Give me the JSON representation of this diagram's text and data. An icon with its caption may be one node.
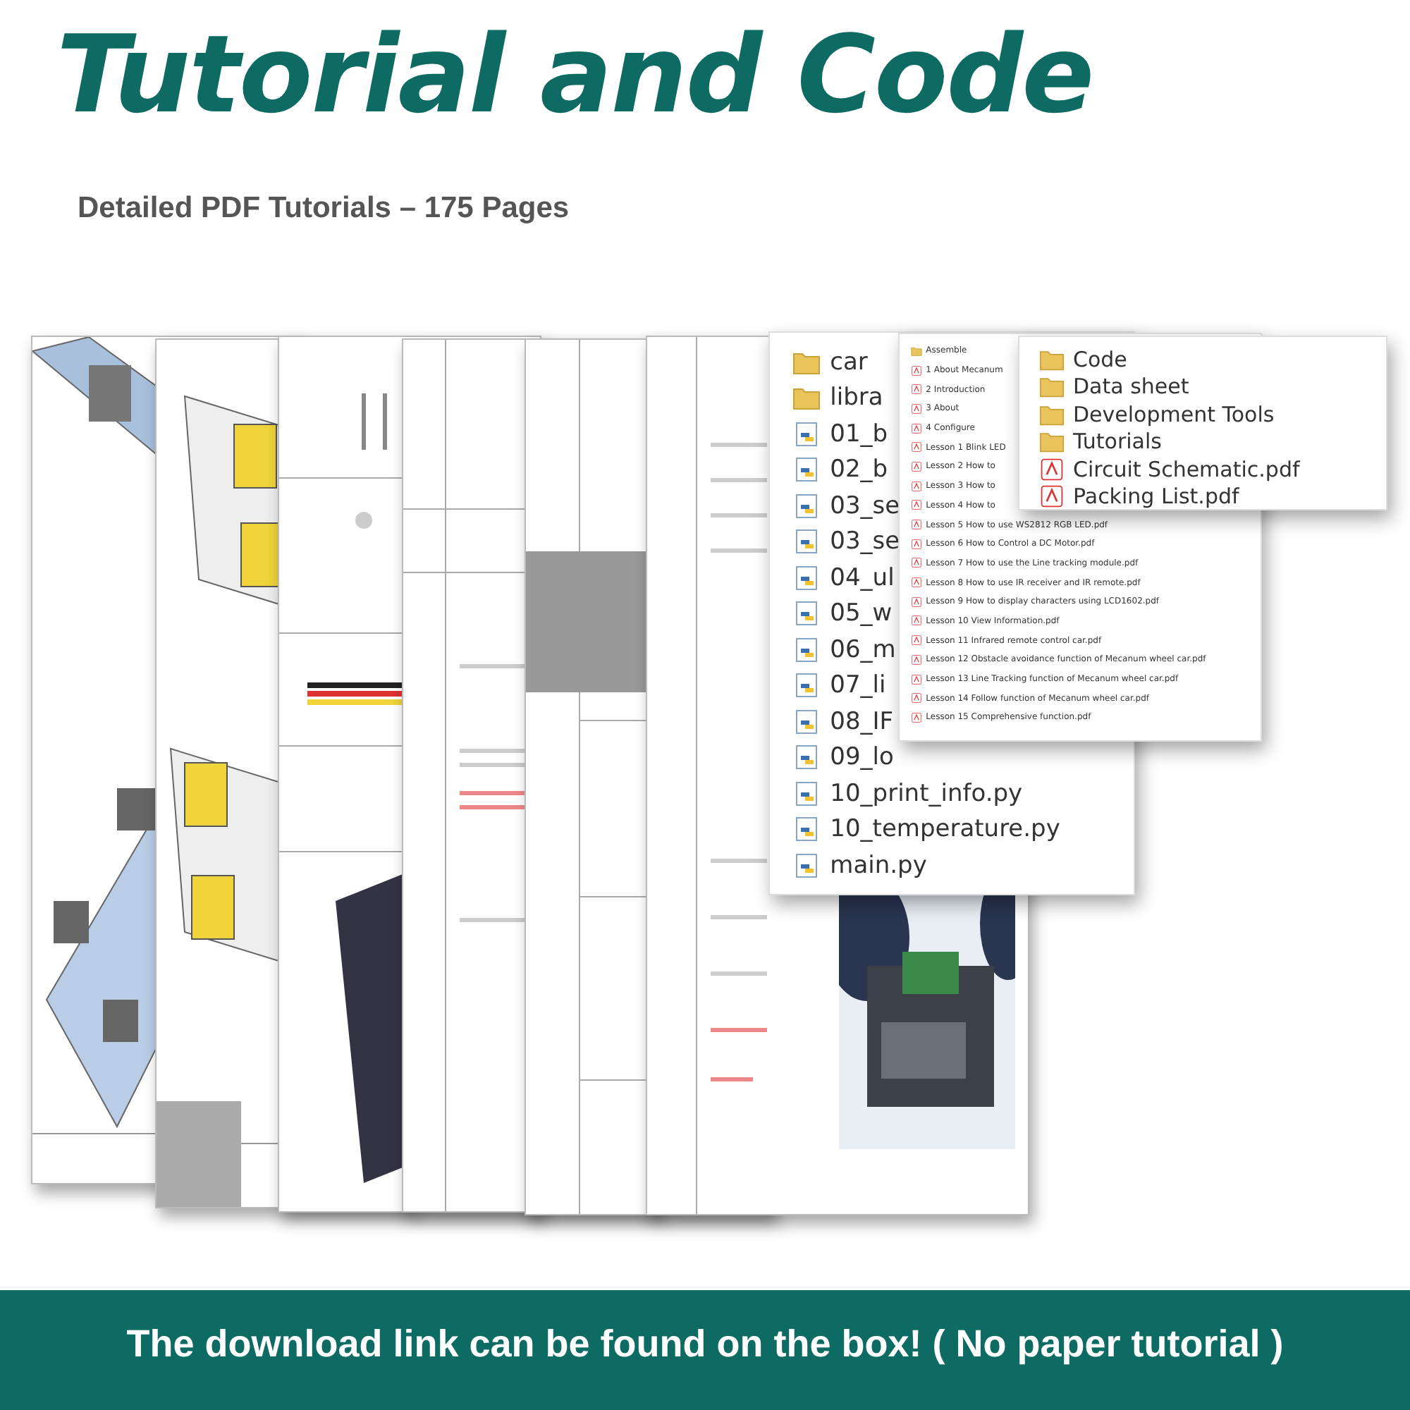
{
  "diagram": {
    "title": "Tutorial and Code",
    "caption": "The download link can be found on the box! ( No paper tutorial )",
    "labels": [
      "Detailed PDF Tutorials – 175 Pages",
      "car",
      "libra",
      "01_b",
      "02_b",
      "03_se",
      "03_se",
      "04_ul",
      "05_w",
      "06_m",
      "07_li",
      "08_IF",
      "09_lo",
      "10_print_info.py",
      "10_temperature.py",
      "main.py",
      "Assemble",
      "1 About Mecanum",
      "2 Introduction",
      "3 About",
      "4 Configure",
      "Lesson 1 Blink LED",
      "Lesson 2 How to",
      "Lesson 3 How to",
      "Lesson 4 How to",
      "Lesson 5 How to use WS2812 RGB LED.pdf",
      "Lesson 6 How to Control a DC Motor.pdf",
      "Lesson 7 How to use the Line tracking module.pdf",
      "Lesson 8 How to use IR receiver and IR remote.pdf",
      "Lesson 9 How to display characters using LCD1602.pdf",
      "Lesson 10 View Information.pdf",
      "Lesson 11 Infrared remote control car.pdf",
      "Lesson 12 Obstacle avoidance function of Mecanum wheel car.pdf",
      "Lesson 13 Line Tracking function of Mecanum wheel car.pdf",
      "Lesson 14 Follow function of Mecanum wheel car.pdf",
      "Lesson 15 Comprehensive function.pdf",
      "Code",
      "Data sheet",
      "Development Tools",
      "Tutorials",
      "Circuit Schematic.pdf",
      "Packing List.pdf"
    ]
  }
}
